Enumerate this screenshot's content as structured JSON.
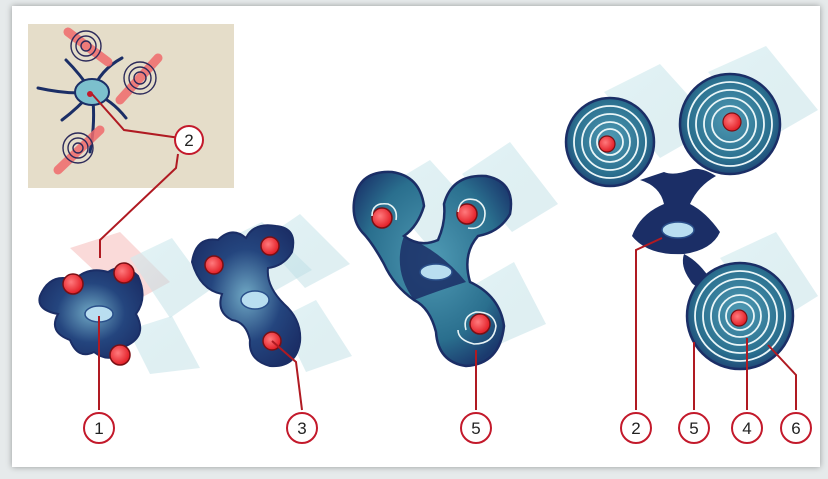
{
  "labels": {
    "inset": "2",
    "stage1_bottom": "1",
    "stage2_bottom": "3",
    "stage3_bottom": "5",
    "stage4_a": "2",
    "stage4_b": "5",
    "stage4_c": "4",
    "stage4_d": "6"
  },
  "colors": {
    "label_ring": "#c3192b",
    "leader_line": "#b01a22",
    "cell_dark": "#1b2e66",
    "cell_teal": "#2e7f98",
    "myelin_light": "#cfe8ec",
    "axon_red": "#ef2b30",
    "inset_bg": "#e5ddc9"
  }
}
